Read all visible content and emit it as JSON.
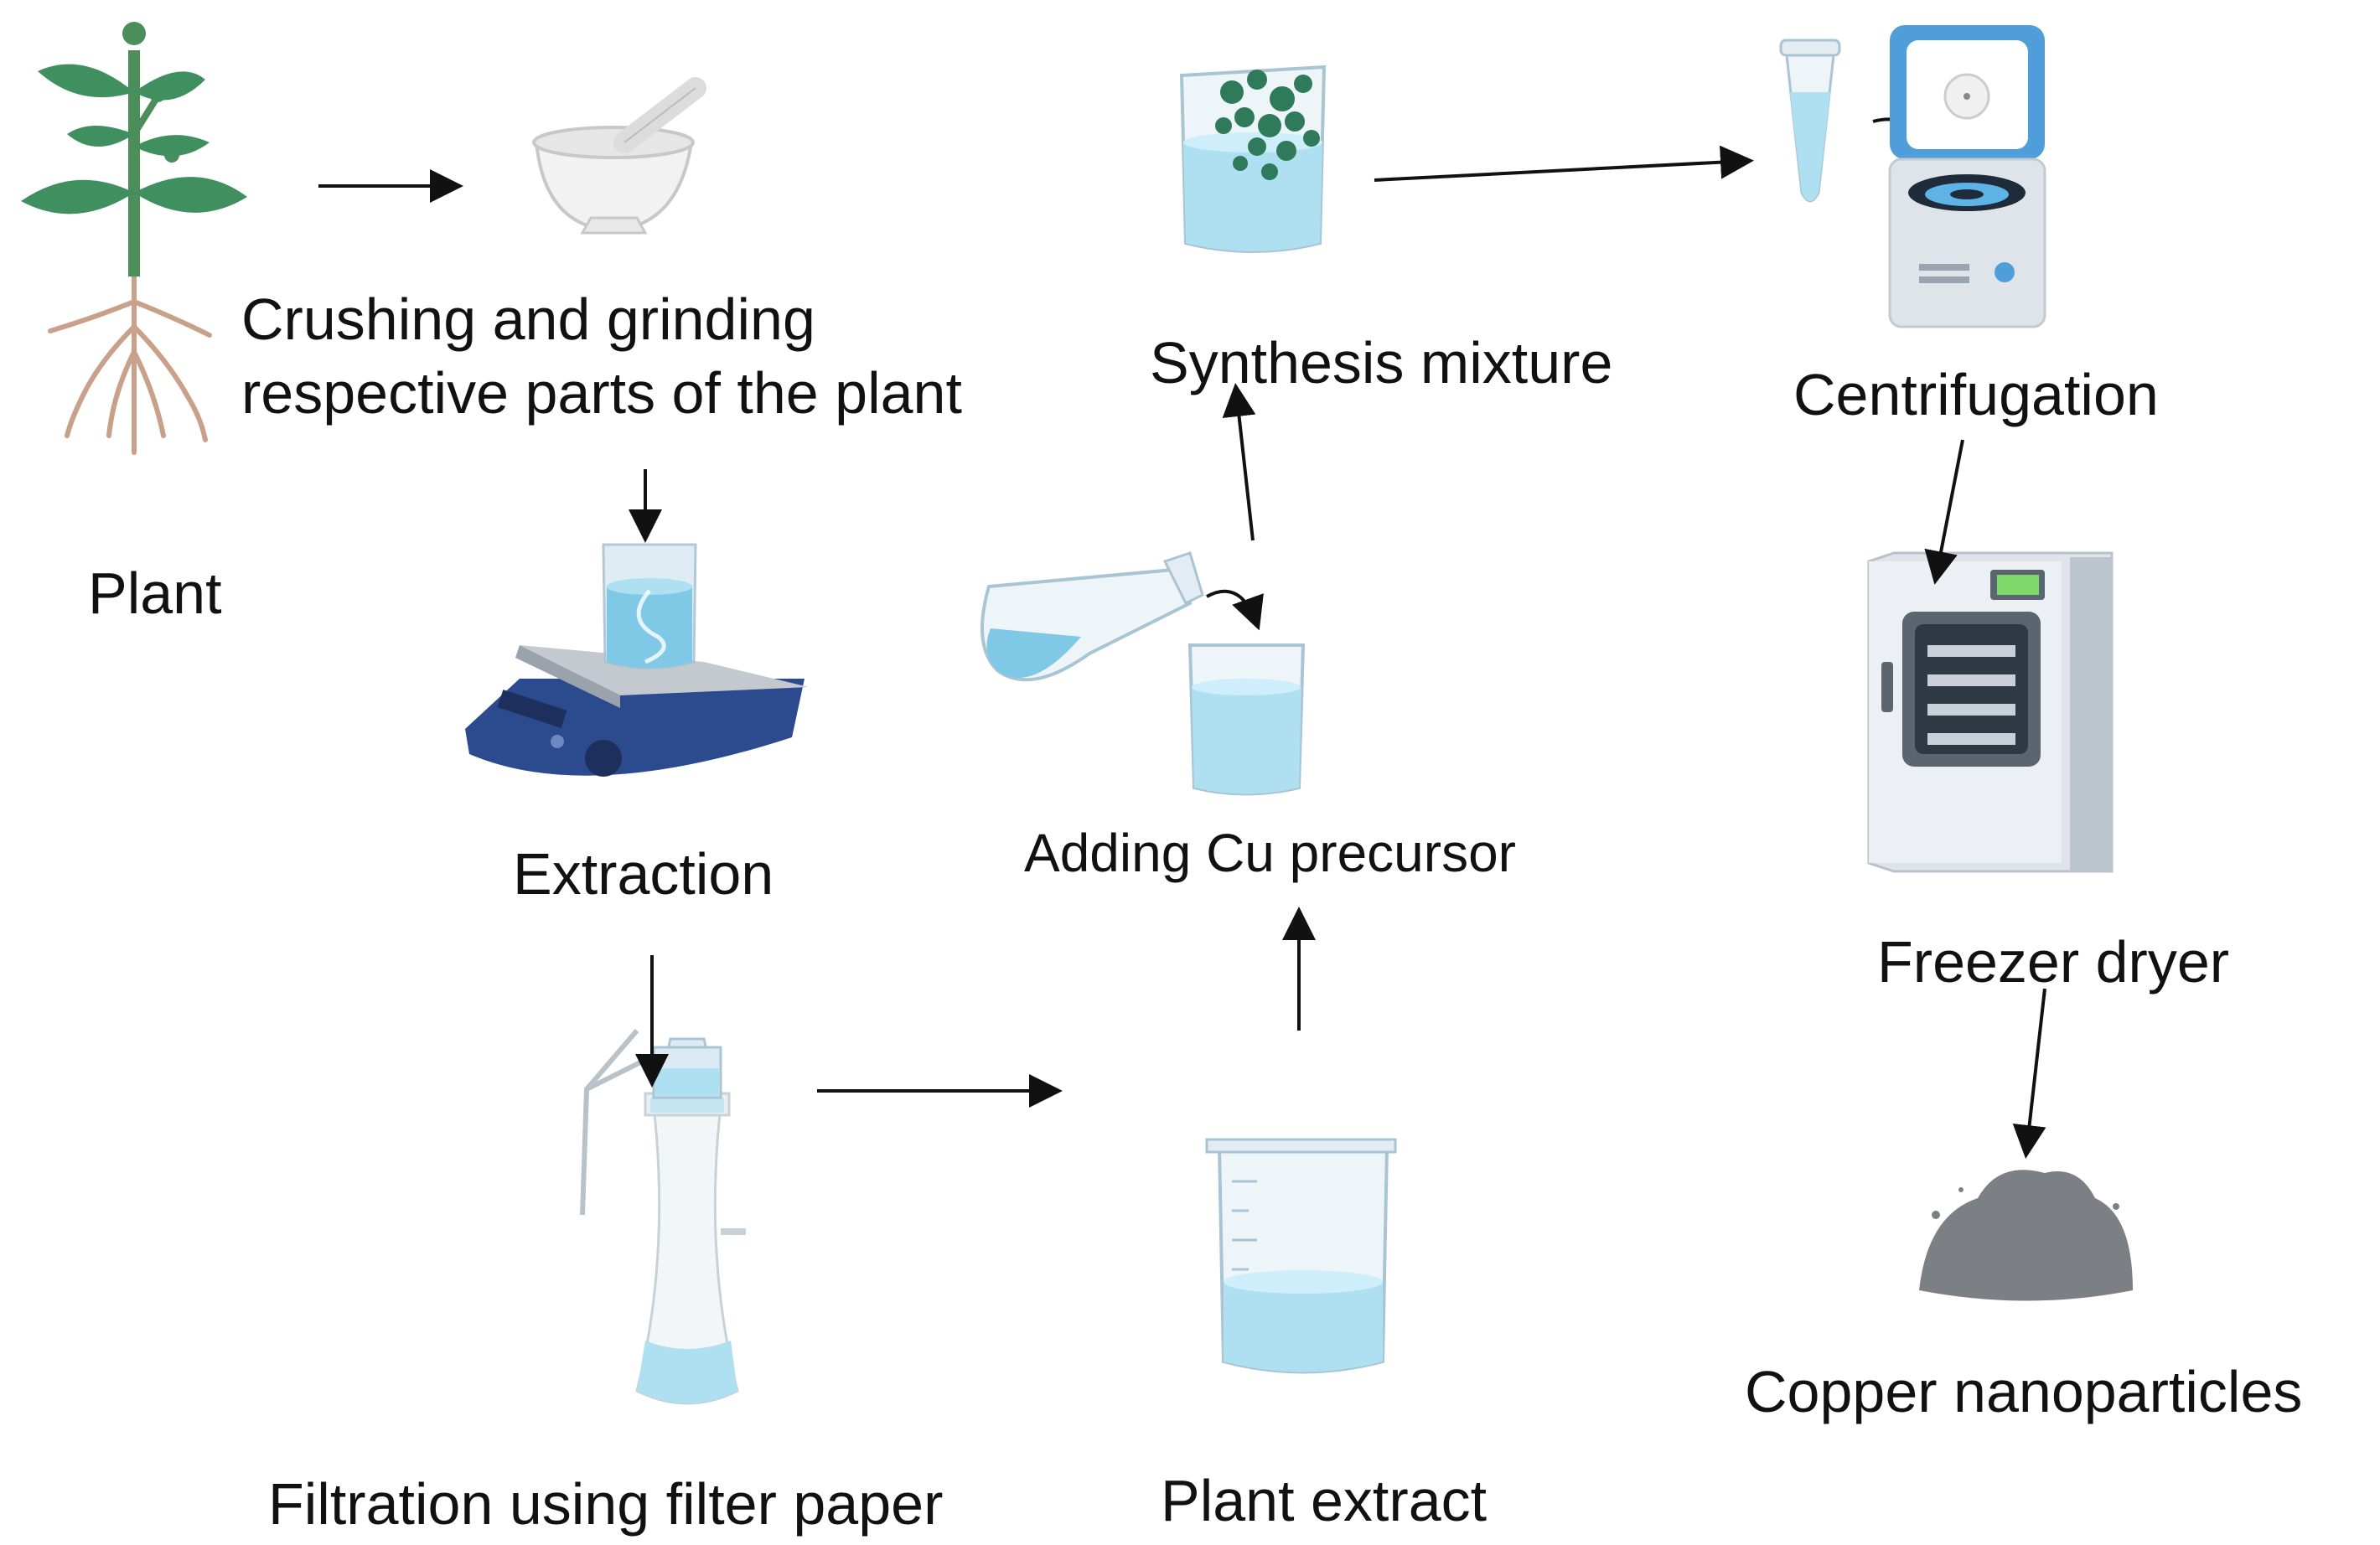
{
  "labels": {
    "plant": "Plant",
    "crushing_line1": "Crushing and grinding",
    "crushing_line2": "respective parts of the plant",
    "extraction": "Extraction",
    "filtration": "Filtration using filter paper",
    "plant_extract": "Plant extract",
    "adding_cu": "Adding Cu precursor",
    "synthesis": "Synthesis mixture",
    "centrifugation": "Centrifugation",
    "freezer": "Freezer dryer",
    "copper": "Copper nanoparticles"
  },
  "colors": {
    "stem": "#4b8e5a",
    "leaf": "#3f8f5f",
    "root": "#c9a08a",
    "liquid": "#aee0f2",
    "liquid_dark": "#7fc8e6",
    "glass": "#dcebf3",
    "hotplate": "#2c4a8e",
    "machine": "#dfe4ea",
    "powder": "#7c8084",
    "particles": "#2f7a5a",
    "arrow": "#111111"
  },
  "icons": [
    "plant-icon",
    "mortar-pestle-icon",
    "hotplate-stirrer-icon",
    "vacuum-filtration-icon",
    "beaker-icon",
    "flask-pouring-icon",
    "synthesis-beaker-icon",
    "microtube-icon",
    "centrifuge-icon",
    "freeze-dryer-icon",
    "powder-pile-icon"
  ]
}
